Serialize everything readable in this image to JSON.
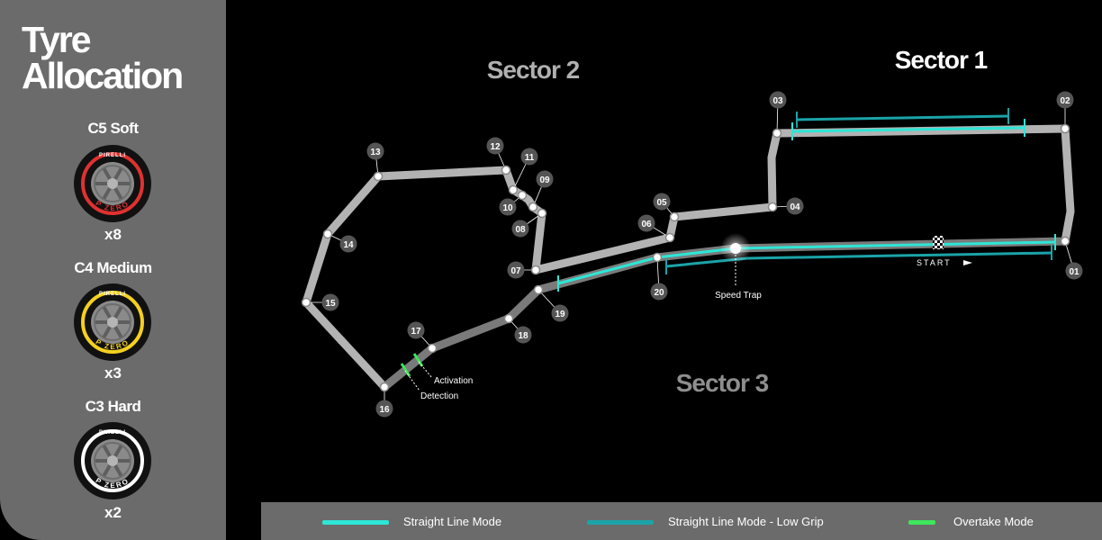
{
  "title_lines": [
    "Tyre",
    "Allocation"
  ],
  "tyres": [
    {
      "name": "C5 Soft",
      "count": "x8",
      "color": "#e03131"
    },
    {
      "name": "C4 Medium",
      "count": "x3",
      "color": "#f5d01e"
    },
    {
      "name": "C3 Hard",
      "count": "x2",
      "color": "#ffffff"
    }
  ],
  "tyre_brand": "PIRELLI",
  "tyre_sidewall": "P ZERO",
  "sectors": [
    "Sector 1",
    "Sector 2",
    "Sector 3"
  ],
  "corners": [
    "01",
    "02",
    "03",
    "04",
    "05",
    "06",
    "07",
    "08",
    "09",
    "10",
    "11",
    "12",
    "13",
    "14",
    "15",
    "16",
    "17",
    "18",
    "19",
    "20"
  ],
  "labels": {
    "start": "START",
    "speed_trap": "Speed Trap",
    "activation": "Activation",
    "detection": "Detection"
  },
  "legend": [
    {
      "label": "Straight Line Mode",
      "color": "#2ee6d6"
    },
    {
      "label": "Straight Line Mode - Low Grip",
      "color": "#1aa3a8"
    },
    {
      "label": "Overtake Mode",
      "color": "#3de65a"
    }
  ],
  "colors": {
    "track": "#b3b3b3",
    "track_dark": "#7a7a7a",
    "marker": "#555555"
  }
}
